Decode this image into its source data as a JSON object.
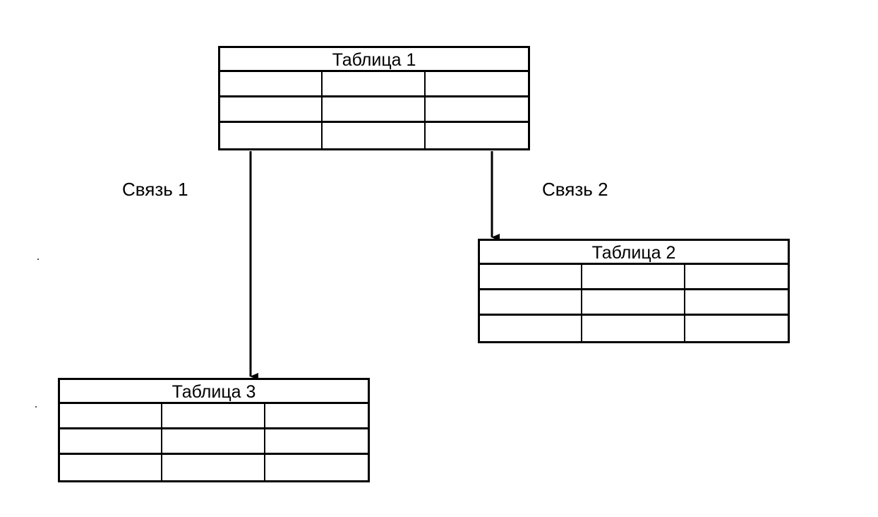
{
  "tables": [
    {
      "id": "table-1",
      "title": "Таблица 1",
      "rows": 3,
      "cols": 3
    },
    {
      "id": "table-2",
      "title": "Таблица 2",
      "rows": 3,
      "cols": 3
    },
    {
      "id": "table-3",
      "title": "Таблица 3",
      "rows": 3,
      "cols": 3
    }
  ],
  "relations": [
    {
      "label": "Связь 1",
      "from": "Таблица 1",
      "to": "Таблица 3"
    },
    {
      "label": "Связь 2",
      "from": "Таблица 1",
      "to": "Таблица 2"
    }
  ],
  "colors": {
    "line": "#000000",
    "background": "#ffffff"
  }
}
